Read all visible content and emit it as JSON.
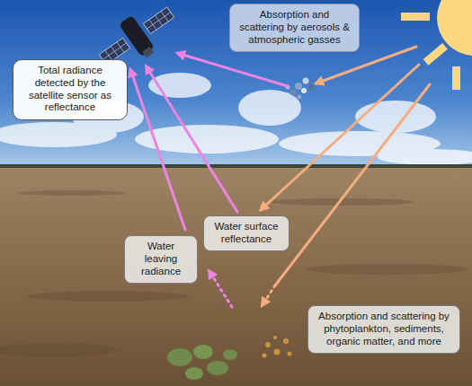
{
  "diagram": {
    "nodes": [
      {
        "text": [
          "Absorption and scattering by aerosols & atmospheric gasses"
        ]
      },
      {
        "text": [
          "Total radiance detected by the satellite sensor as reflectance"
        ]
      },
      {
        "text": [
          "Water surface reflectance"
        ]
      },
      {
        "text": [
          "Water leaving radiance"
        ]
      },
      {
        "text": [
          "Absorption and scattering by phytoplankton, sediments, organic matter, and more"
        ]
      }
    ]
  }
}
